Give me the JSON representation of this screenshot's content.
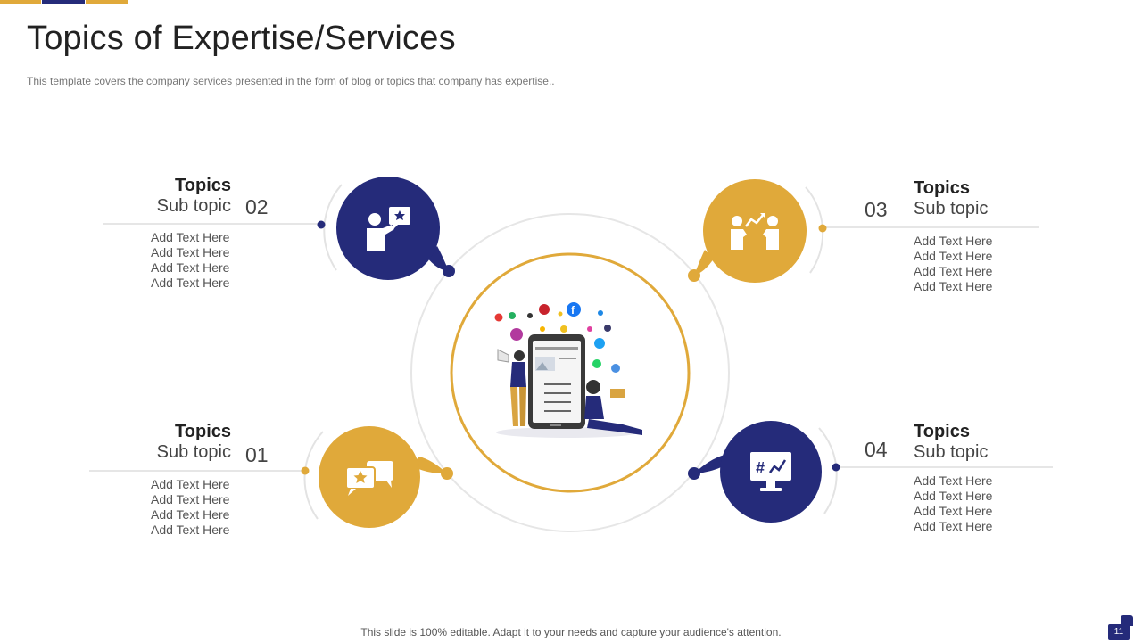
{
  "title": "Topics of Expertise/Services",
  "subtitle": "This template covers the company services presented in the form of blog or topics that company has expertise..",
  "footer": "This slide is 100% editable. Adapt it to your needs and capture your audience's attention.",
  "page_number": "11",
  "colors": {
    "navy": "#252b7a",
    "gold": "#e0a93a"
  },
  "topics": [
    {
      "id": "01",
      "heading": "Topics",
      "subheading": "Sub topic",
      "icon": "chat-bubbles-star-icon",
      "lines": [
        "Add Text Here",
        "Add Text Here",
        "Add Text Here",
        "Add Text Here"
      ]
    },
    {
      "id": "02",
      "heading": "Topics",
      "subheading": "Sub topic",
      "icon": "person-speech-star-icon",
      "lines": [
        "Add Text Here",
        "Add Text Here",
        "Add Text Here",
        "Add Text Here"
      ]
    },
    {
      "id": "03",
      "heading": "Topics",
      "subheading": "Sub topic",
      "icon": "people-growth-icon",
      "lines": [
        "Add Text Here",
        "Add Text Here",
        "Add Text Here",
        "Add Text Here"
      ]
    },
    {
      "id": "04",
      "heading": "Topics",
      "subheading": "Sub topic",
      "icon": "monitor-hashtag-chart-icon",
      "lines": [
        "Add Text Here",
        "Add Text Here",
        "Add Text Here",
        "Add Text Here"
      ]
    }
  ],
  "center_illustration": "social-media-marketing-illustration"
}
